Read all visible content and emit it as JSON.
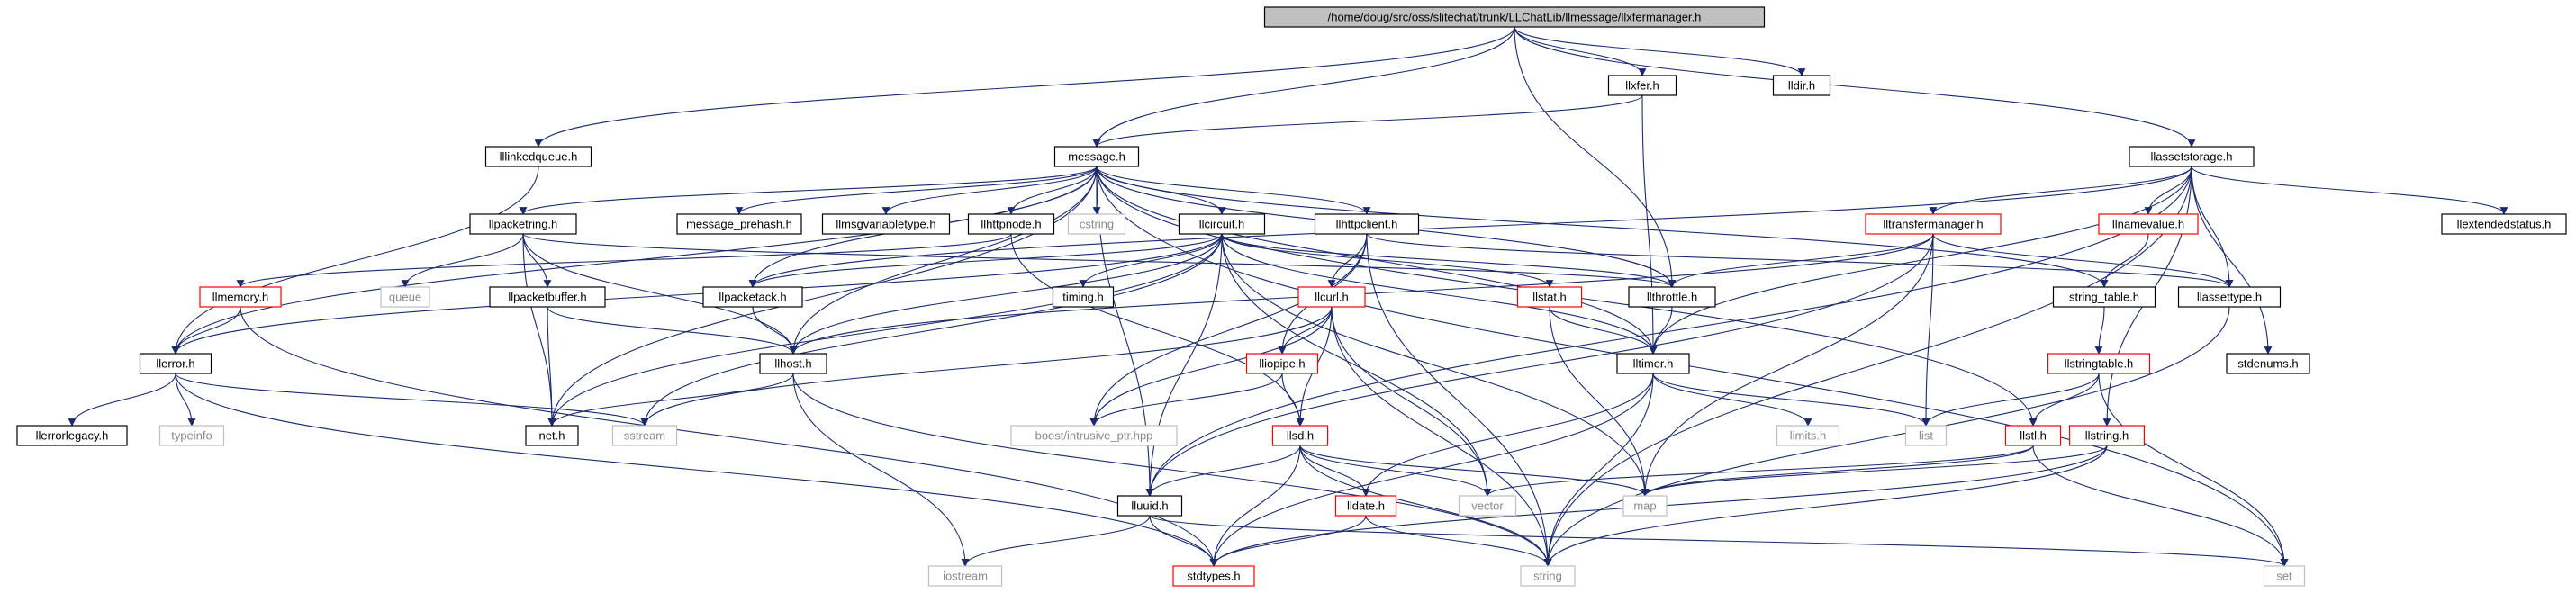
{
  "colors": {
    "edge": "#1a2a6c",
    "root_fill": "#c0c0c0",
    "node_border": "#000000",
    "red_border": "#ff0000",
    "gray_border": "#bfbfbf",
    "gray_text": "#8a8a8a"
  },
  "nodes": {
    "root": "/home/doug/src/oss/slitechat/trunk/LLChatLib/llmessage/llxfermanager.h",
    "llxfer": "llxfer.h",
    "lldir": "lldir.h",
    "lllinkedqueue": "lllinkedqueue.h",
    "message": "message.h",
    "llassetstorage": "llassetstorage.h",
    "llpacketring": "llpacketring.h",
    "message_prehash": "message_prehash.h",
    "llmsgvariabletype": "llmsgvariabletype.h",
    "llhttpnode": "llhttpnode.h",
    "cstring": "cstring",
    "llcircuit": "llcircuit.h",
    "llhttpclient": "llhttpclient.h",
    "lltransfermanager": "lltransfermanager.h",
    "llnamevalue": "llnamevalue.h",
    "llextendedstatus": "llextendedstatus.h",
    "llmemory": "llmemory.h",
    "queue": "queue",
    "llpacketbuffer": "llpacketbuffer.h",
    "llpacketack": "llpacketack.h",
    "timing": "timing.h",
    "llcurl": "llcurl.h",
    "llstat": "llstat.h",
    "llthrottle": "llthrottle.h",
    "llassettype": "llassettype.h",
    "string_table": "string_table.h",
    "llerror": "llerror.h",
    "llhost": "llhost.h",
    "lliopipe": "lliopipe.h",
    "lltimer": "lltimer.h",
    "llstringtable": "llstringtable.h",
    "stdenums": "stdenums.h",
    "llerrorlegacy": "llerrorlegacy.h",
    "typeinfo": "typeinfo",
    "net": "net.h",
    "sstream": "sstream",
    "boost": "boost/intrusive_ptr.hpp",
    "llsd": "llsd.h",
    "limits": "limits.h",
    "list": "list",
    "llstl": "llstl.h",
    "llstring": "llstring.h",
    "lluuid": "lluuid.h",
    "lldate": "lldate.h",
    "vector": "vector",
    "map": "map",
    "iostream": "iostream",
    "stdtypes": "stdtypes.h",
    "string": "string",
    "set": "set"
  }
}
